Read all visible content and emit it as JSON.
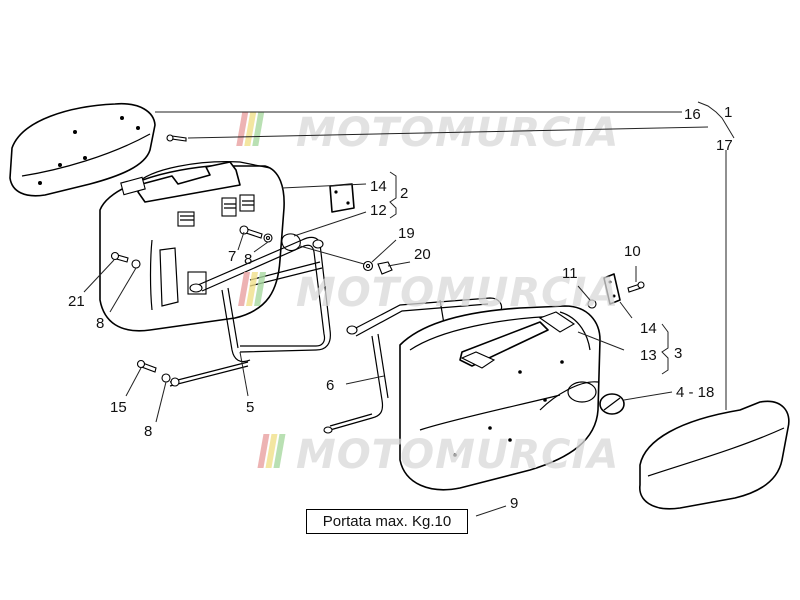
{
  "diagram": {
    "watermark": "MOTOMURCIA",
    "watermark_stripe_colors": [
      "#e8a0a0",
      "#f0e08a",
      "#a8d8a0"
    ],
    "callouts": {
      "c1": "1",
      "c2": "2",
      "c3": "3",
      "c4_18": "4 - 18",
      "c5": "5",
      "c6": "6",
      "c7": "7",
      "c8a": "8",
      "c8b": "8",
      "c8c": "8",
      "c9": "9",
      "c10": "10",
      "c11": "11",
      "c12": "12",
      "c13": "13",
      "c14a": "14",
      "c14b": "14",
      "c15": "15",
      "c16": "16",
      "c17": "17",
      "c19": "19",
      "c20": "20",
      "c21": "21"
    },
    "load_label": "Portata max. Kg.10"
  }
}
